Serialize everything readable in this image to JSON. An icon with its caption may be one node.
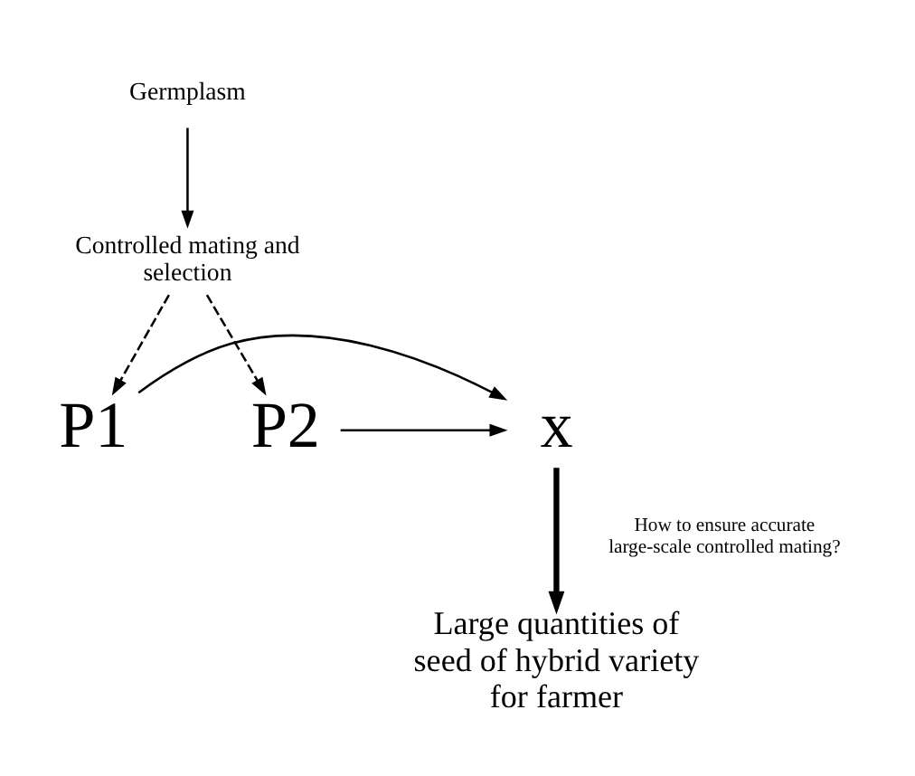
{
  "diagram": {
    "nodes": [
      {
        "text": [
          "Germplasm"
        ]
      },
      {
        "text": [
          "Controlled mating and selection"
        ]
      },
      {
        "text": [
          "P1"
        ]
      },
      {
        "text": [
          "x"
        ]
      },
      {
        "text": [
          "P2"
        ]
      },
      {
        "text": [
          "Large quantities of seed of hybrid variety for farmer"
        ]
      }
    ],
    "edges": [
      {
        "from": 0,
        "to": 1,
        "arrow": "to"
      },
      {
        "from": 1,
        "to": 2,
        "arrow": "to",
        "style": "dashed"
      },
      {
        "from": 1,
        "to": 4,
        "arrow": "to",
        "style": "dashed"
      },
      {
        "from": 2,
        "to": 3,
        "arrow": "to"
      },
      {
        "from": 4,
        "to": 3,
        "arrow": "to"
      },
      {
        "from": 3,
        "to": 5,
        "arrow": "to",
        "style": "thick",
        "label": "How to ensure accurate large-scale controlled mating?"
      }
    ]
  }
}
